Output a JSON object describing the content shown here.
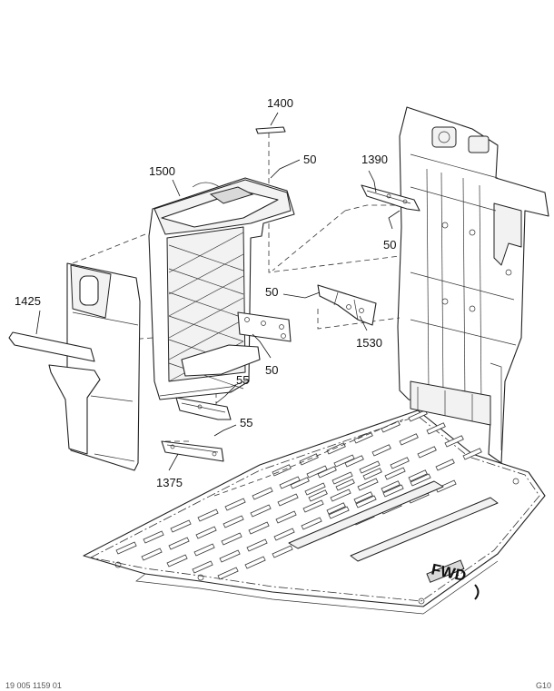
{
  "callouts": {
    "c1400": "1400",
    "c50_top": "50",
    "c1390": "1390",
    "c1500": "1500",
    "c50_right": "50",
    "c1425": "1425",
    "c50_mid": "50",
    "c1530": "1530",
    "c50_lower": "50",
    "c55_upper": "55",
    "c55_lower": "55",
    "c1375": "1375"
  },
  "direction_label": "FWD",
  "footer": {
    "left": "19 005 1159 01",
    "right": "G10"
  }
}
